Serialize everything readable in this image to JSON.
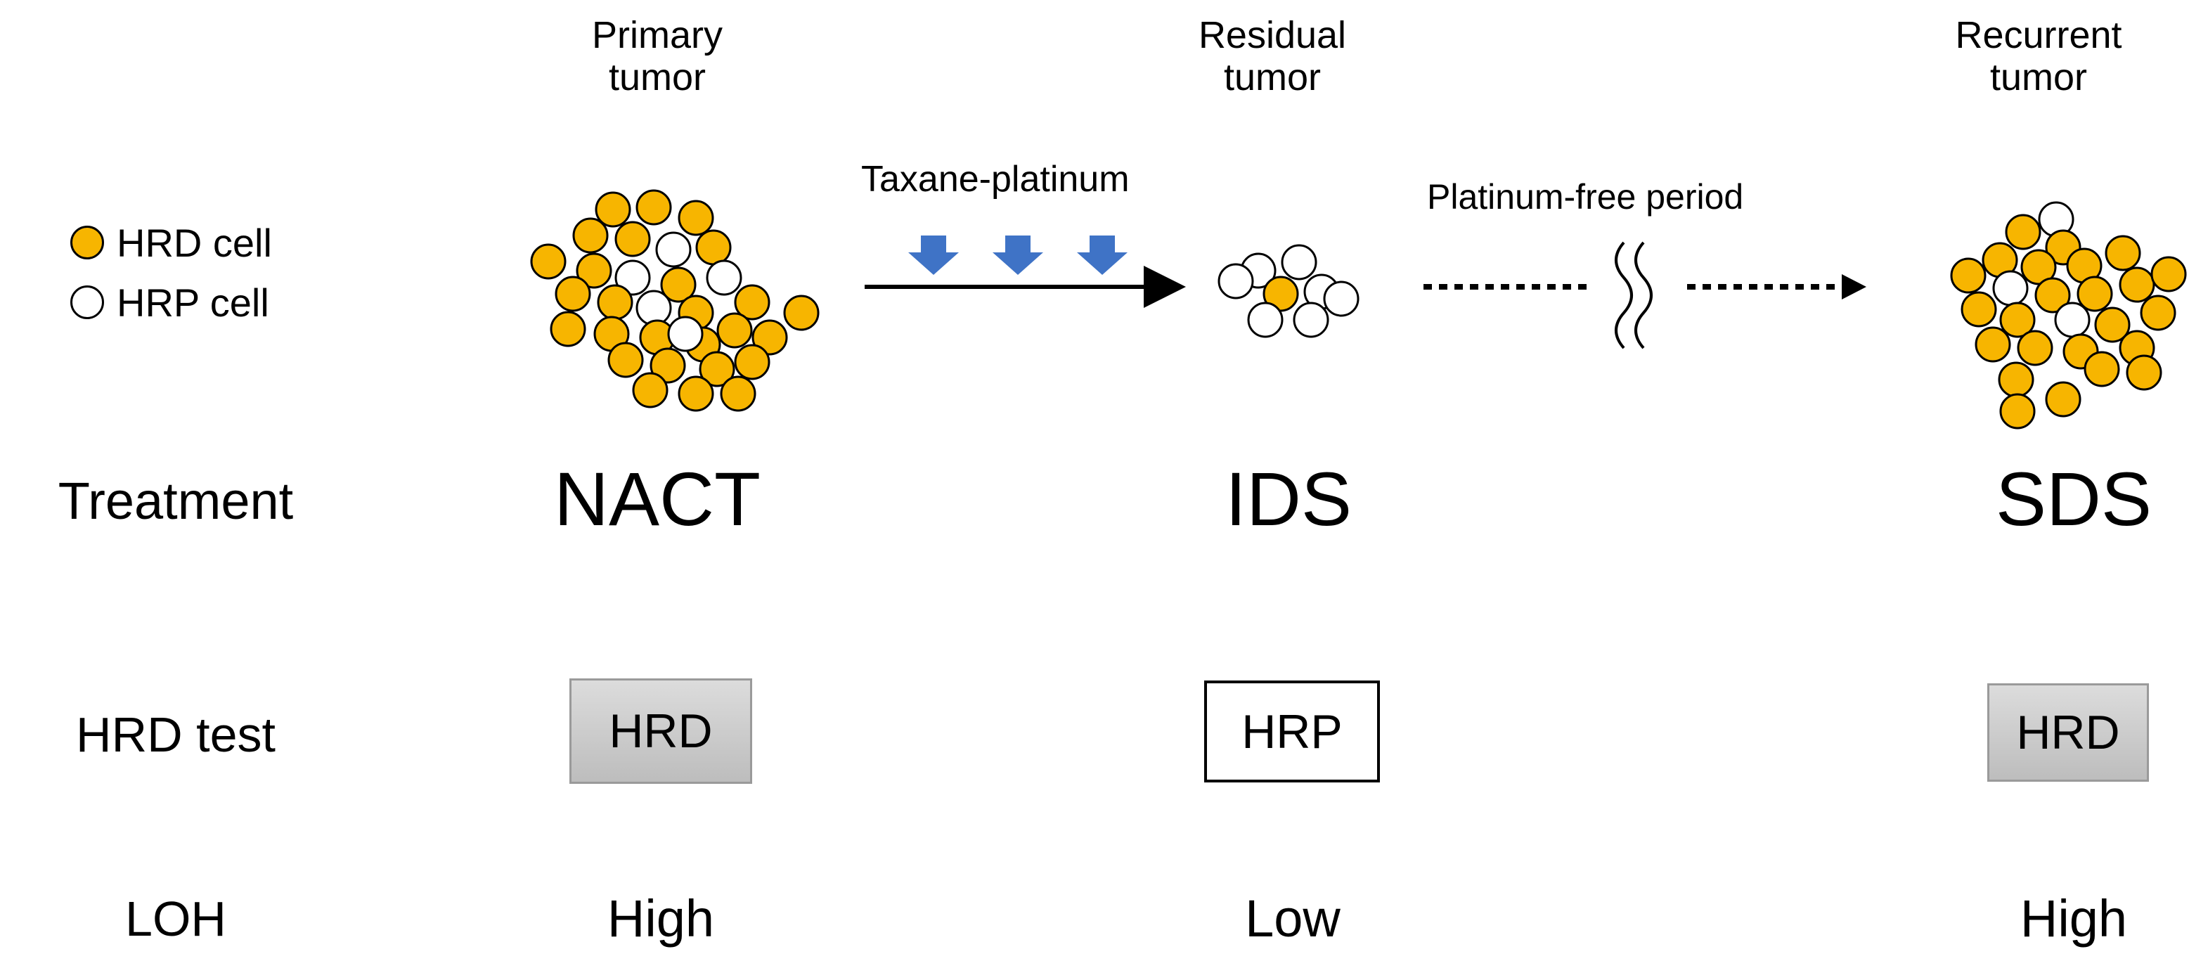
{
  "stages": {
    "primary": "Primary\ntumor",
    "residual": "Residual\ntumor",
    "recurrent": "Recurrent\ntumor"
  },
  "legend": {
    "hrd": "HRD cell",
    "hrp": "HRP cell"
  },
  "arrows": {
    "taxane": "Taxane-platinum",
    "pfp": "Platinum-free period"
  },
  "rows": {
    "treatment": "Treatment",
    "hrd_test": "HRD test",
    "loh": "LOH"
  },
  "treatment": {
    "primary": "NACT",
    "residual": "IDS",
    "recurrent": "SDS"
  },
  "hrd_test": {
    "primary": "HRD",
    "residual": "HRP",
    "recurrent": "HRD"
  },
  "loh": {
    "primary": "High",
    "residual": "Low",
    "recurrent": "High"
  },
  "colors": {
    "hrd": "#f7b500",
    "hrp": "#ffffff",
    "arrow_blue": "#3f73c6",
    "box_gray": "#c8c8c8"
  }
}
